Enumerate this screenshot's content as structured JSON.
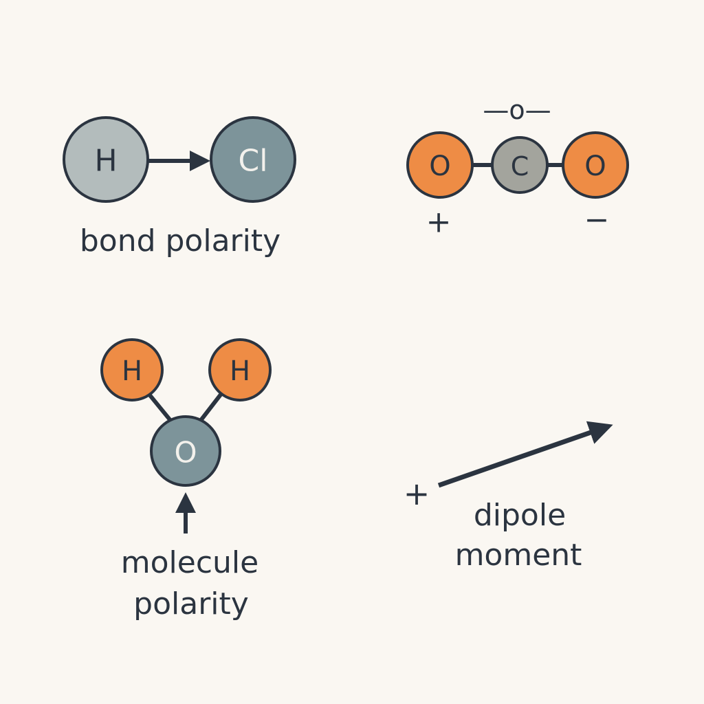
{
  "colors": {
    "background": "#faf7f2",
    "ink": "#2b3440",
    "hydrogen_gray": "#b3bcbc",
    "chlorine_slate": "#7d949a",
    "oxygen_orange": "#ee8c45",
    "carbon_gray": "#a3a49d",
    "water_oxygen": "#7d949a"
  },
  "hcl": {
    "atom_left": "H",
    "atom_right": "Cl",
    "caption": "bond polarity"
  },
  "co2": {
    "top_label": "—o—",
    "atom_left": "O",
    "atom_center": "C",
    "atom_right": "O",
    "charge_left": "+",
    "charge_right": "−"
  },
  "water": {
    "atom_h_left": "H",
    "atom_h_right": "H",
    "atom_o": "O",
    "caption_line1": "molecule",
    "caption_line2": "polarity"
  },
  "dipole": {
    "plus_sign": "+",
    "caption_line1": "dipole",
    "caption_line2": "moment"
  }
}
